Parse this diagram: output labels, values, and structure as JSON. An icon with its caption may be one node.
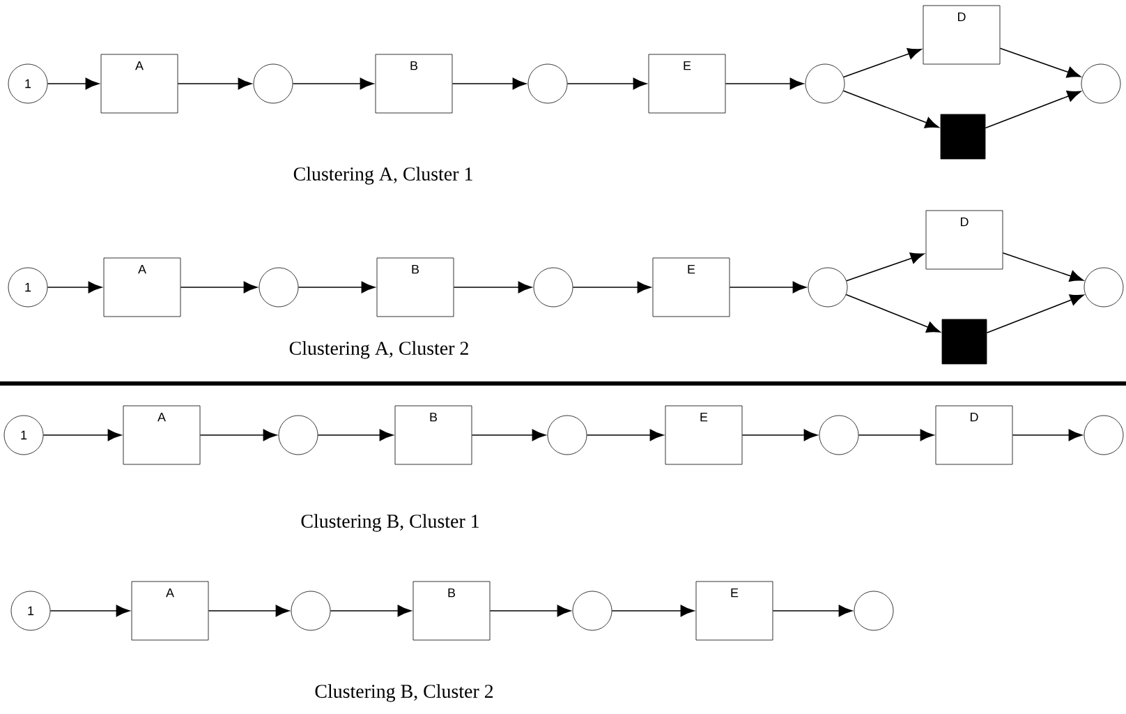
{
  "diagram": {
    "nodes": [
      {
        "text": [
          "1"
        ]
      },
      {
        "text": [
          "A"
        ]
      },
      {
        "text": [],
        "shape": "circle"
      },
      {
        "text": [
          "B"
        ]
      },
      {
        "text": [],
        "shape": "circle"
      },
      {
        "text": [
          "E"
        ]
      },
      {
        "text": [],
        "shape": "circle"
      },
      {
        "text": [
          "D"
        ]
      },
      {
        "text": [],
        "shape": "box"
      },
      {
        "text": [],
        "shape": "circle"
      },
      {
        "text": [
          "1"
        ]
      },
      {
        "text": [
          "A"
        ]
      },
      {
        "text": [],
        "shape": "circle"
      },
      {
        "text": [
          "B"
        ]
      },
      {
        "text": [],
        "shape": "circle"
      },
      {
        "text": [
          "E"
        ]
      },
      {
        "text": [],
        "shape": "circle"
      },
      {
        "text": [
          "D"
        ]
      },
      {
        "text": [],
        "shape": "box"
      },
      {
        "text": [],
        "shape": "circle"
      },
      {
        "text": [
          "1"
        ]
      },
      {
        "text": [
          "A"
        ]
      },
      {
        "text": [],
        "shape": "circle"
      },
      {
        "text": [
          "B"
        ]
      },
      {
        "text": [],
        "shape": "circle"
      },
      {
        "text": [
          "E"
        ]
      },
      {
        "text": [],
        "shape": "circle"
      },
      {
        "text": [
          "D"
        ]
      },
      {
        "text": [],
        "shape": "circle"
      },
      {
        "text": [
          "1"
        ]
      },
      {
        "text": [
          "A"
        ]
      },
      {
        "text": [],
        "shape": "circle"
      },
      {
        "text": [
          "B"
        ]
      },
      {
        "text": [],
        "shape": "circle"
      },
      {
        "text": [
          "E"
        ]
      },
      {
        "text": [],
        "shape": "circle"
      }
    ],
    "edges": [
      {
        "from": 0,
        "to": 1,
        "arrow": "to"
      },
      {
        "from": 1,
        "to": 2,
        "arrow": "to"
      },
      {
        "from": 2,
        "to": 3,
        "arrow": "to"
      },
      {
        "from": 3,
        "to": 4,
        "arrow": "to"
      },
      {
        "from": 4,
        "to": 5,
        "arrow": "to"
      },
      {
        "from": 5,
        "to": 6,
        "arrow": "to"
      },
      {
        "from": 6,
        "to": 7,
        "arrow": "to"
      },
      {
        "from": 6,
        "to": 8,
        "arrow": "to"
      },
      {
        "from": 7,
        "to": 9,
        "arrow": "to"
      },
      {
        "from": 8,
        "to": 9,
        "arrow": "to"
      },
      {
        "from": 10,
        "to": 11,
        "arrow": "to"
      },
      {
        "from": 11,
        "to": 12,
        "arrow": "to"
      },
      {
        "from": 12,
        "to": 13,
        "arrow": "to"
      },
      {
        "from": 13,
        "to": 14,
        "arrow": "to"
      },
      {
        "from": 14,
        "to": 15,
        "arrow": "to"
      },
      {
        "from": 15,
        "to": 16,
        "arrow": "to"
      },
      {
        "from": 16,
        "to": 17,
        "arrow": "to"
      },
      {
        "from": 16,
        "to": 18,
        "arrow": "to"
      },
      {
        "from": 17,
        "to": 19,
        "arrow": "to"
      },
      {
        "from": 18,
        "to": 19,
        "arrow": "to"
      },
      {
        "from": 20,
        "to": 21,
        "arrow": "to"
      },
      {
        "from": 21,
        "to": 22,
        "arrow": "to"
      },
      {
        "from": 22,
        "to": 23,
        "arrow": "to"
      },
      {
        "from": 23,
        "to": 24,
        "arrow": "to"
      },
      {
        "from": 24,
        "to": 25,
        "arrow": "to"
      },
      {
        "from": 25,
        "to": 26,
        "arrow": "to"
      },
      {
        "from": 26,
        "to": 27,
        "arrow": "to"
      },
      {
        "from": 27,
        "to": 28,
        "arrow": "to"
      },
      {
        "from": 29,
        "to": 30,
        "arrow": "to"
      },
      {
        "from": 30,
        "to": 31,
        "arrow": "to"
      },
      {
        "from": 31,
        "to": 32,
        "arrow": "to"
      },
      {
        "from": 32,
        "to": 33,
        "arrow": "to"
      },
      {
        "from": 33,
        "to": 34,
        "arrow": "to"
      },
      {
        "from": 34,
        "to": 35,
        "arrow": "to"
      }
    ],
    "labels": [
      "Clustering A, Cluster 1",
      "Clustering A, Cluster 2",
      "Clustering B, Cluster 1",
      "Clustering B, Cluster 2"
    ]
  }
}
